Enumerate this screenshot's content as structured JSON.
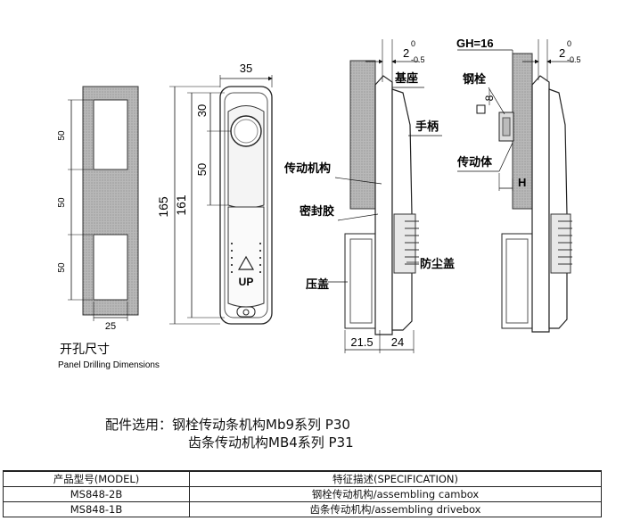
{
  "drilling": {
    "dims": [
      "50",
      "50",
      "50",
      "25"
    ],
    "caption_cn": "开孔尺寸",
    "caption_en": "Panel Drilling Dimensions"
  },
  "front_view": {
    "dims": [
      "35",
      "30",
      "50",
      "161",
      "165"
    ],
    "up_label": "UP"
  },
  "side_view": {
    "offset_main": "2",
    "offset_sup": "0",
    "offset_sub": "-0.5",
    "labels": [
      "基座",
      "手柄",
      "传动机构",
      "密封胶",
      "防尘盖",
      "压盖"
    ],
    "bottom_dims": [
      "21.5",
      "24"
    ]
  },
  "right_view": {
    "gh": "GH=16",
    "offset_main": "2",
    "offset_sup": "0",
    "offset_sub": "-0.5",
    "labels": [
      "钢栓",
      "传动体"
    ],
    "square_dim": "8",
    "h_label": "H"
  },
  "accessories": {
    "line1": "配件选用：钢栓传动条机构Mb9系列 P30",
    "line2": "齿条传动机构MB4系列 P31"
  },
  "table": {
    "headers": [
      "产品型号(MODEL)",
      "特征描述(SPECIFICATION)"
    ],
    "rows": [
      [
        "MS848-2B",
        "钢栓传动机构/assembling cambox"
      ],
      [
        "MS848-1B",
        "齿条传动机构/assembling drivebox"
      ]
    ]
  }
}
